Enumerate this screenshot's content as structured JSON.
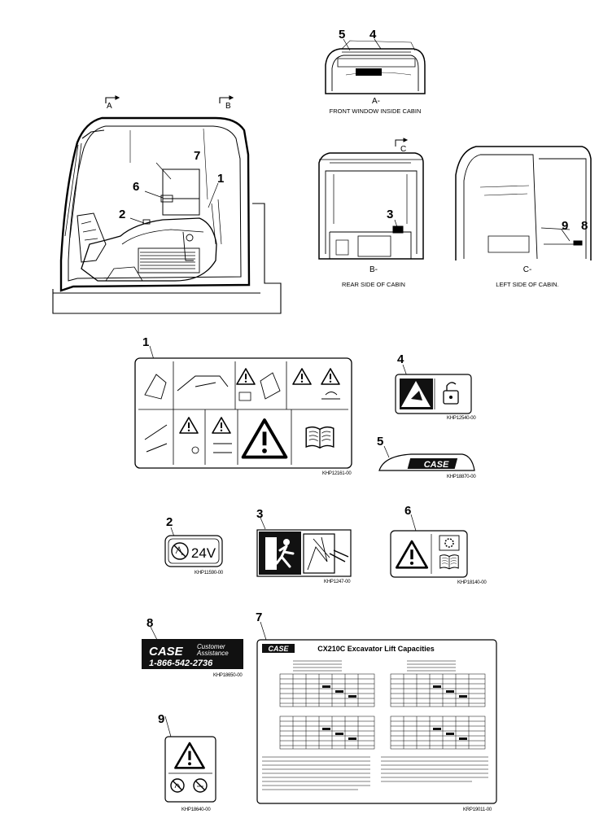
{
  "views": {
    "section_a": "A",
    "section_b": "B",
    "section_c": "C",
    "front_letter": "A-",
    "front_caption": "FRONT WINDOW INSIDE CABIN",
    "rear_letter": "B-",
    "rear_caption": "REAR SIDE OF CABIN",
    "left_letter": "C-",
    "left_caption": "LEFT SIDE OF CABIN."
  },
  "callouts": {
    "n1": "1",
    "n2": "2",
    "n3": "3",
    "n4": "4",
    "n5": "5",
    "n6": "6",
    "n7": "7",
    "n8": "8",
    "n9": "9"
  },
  "decals": {
    "d1_pn": "KHP12161-00",
    "d4_pn": "KHP12540-00",
    "d5_pn": "KHP18870-00",
    "d5_text": "CASE",
    "d2_pn": "KHP11590-00",
    "d2_text": "24V",
    "d3_pn": "KHP1247-00",
    "d6_pn": "KHP18140-00",
    "d8_pn": "KHP18650-00",
    "d8_brand": "CASE",
    "d8_line1": "Customer",
    "d8_line2": "Assistance",
    "d8_phone": "1-866-542-2736",
    "d9_pn": "KHP18640-00",
    "d7_pn": "KRP19011-00",
    "d7_brand": "CASE",
    "d7_title": "CX210C Excavator Lift Capacities"
  },
  "colors": {
    "line": "#000000",
    "decal_dark": "#111111",
    "paper": "#ffffff"
  }
}
